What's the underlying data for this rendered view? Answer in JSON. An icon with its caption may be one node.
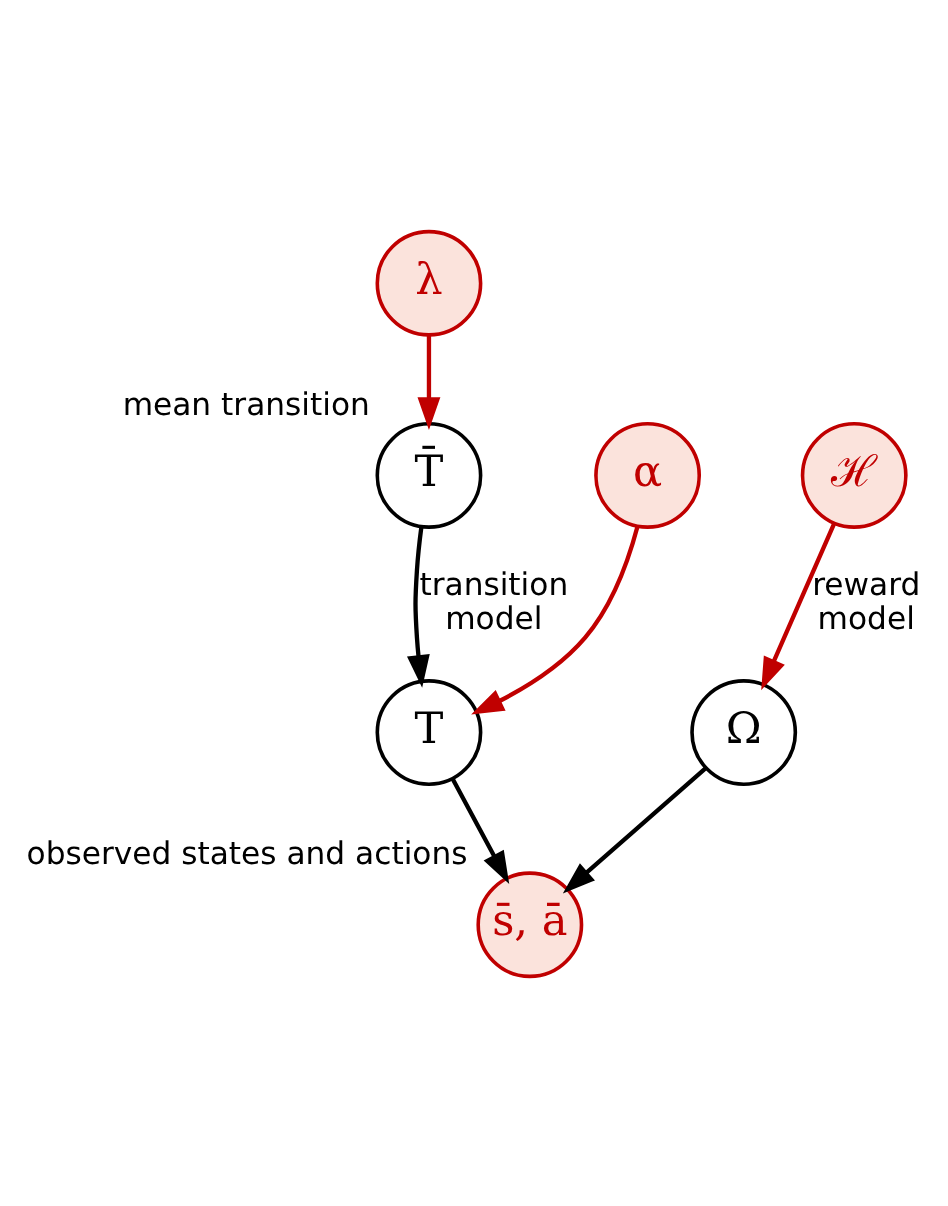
{
  "diagram": {
    "nodes": [
      {
        "text": [
          "λ"
        ]
      },
      {
        "text": [
          "T̄"
        ],
        "beside": [
          "mean transition"
        ]
      },
      {
        "text": [
          "α"
        ]
      },
      {
        "text": [
          "T"
        ]
      },
      {
        "text": [
          "ℋ"
        ]
      },
      {
        "text": [
          "Ω"
        ]
      },
      {
        "text": [
          "s̄, ā"
        ],
        "beside": [
          "observed states and actions"
        ]
      }
    ],
    "edges": [
      {
        "from": 0,
        "to": 1,
        "arrow": "to",
        "color": "#c00000"
      },
      {
        "from": 1,
        "to": 3,
        "arrow": "to",
        "label": "transition model",
        "color": "#000000"
      },
      {
        "from": 2,
        "to": 3,
        "arrow": "to",
        "color": "#c00000"
      },
      {
        "from": 4,
        "to": 5,
        "arrow": "to",
        "label": "reward model",
        "color": "#c00000"
      },
      {
        "from": 3,
        "to": 6,
        "arrow": "to",
        "color": "#000000"
      },
      {
        "from": 5,
        "to": 6,
        "arrow": "to",
        "color": "#000000"
      }
    ]
  }
}
